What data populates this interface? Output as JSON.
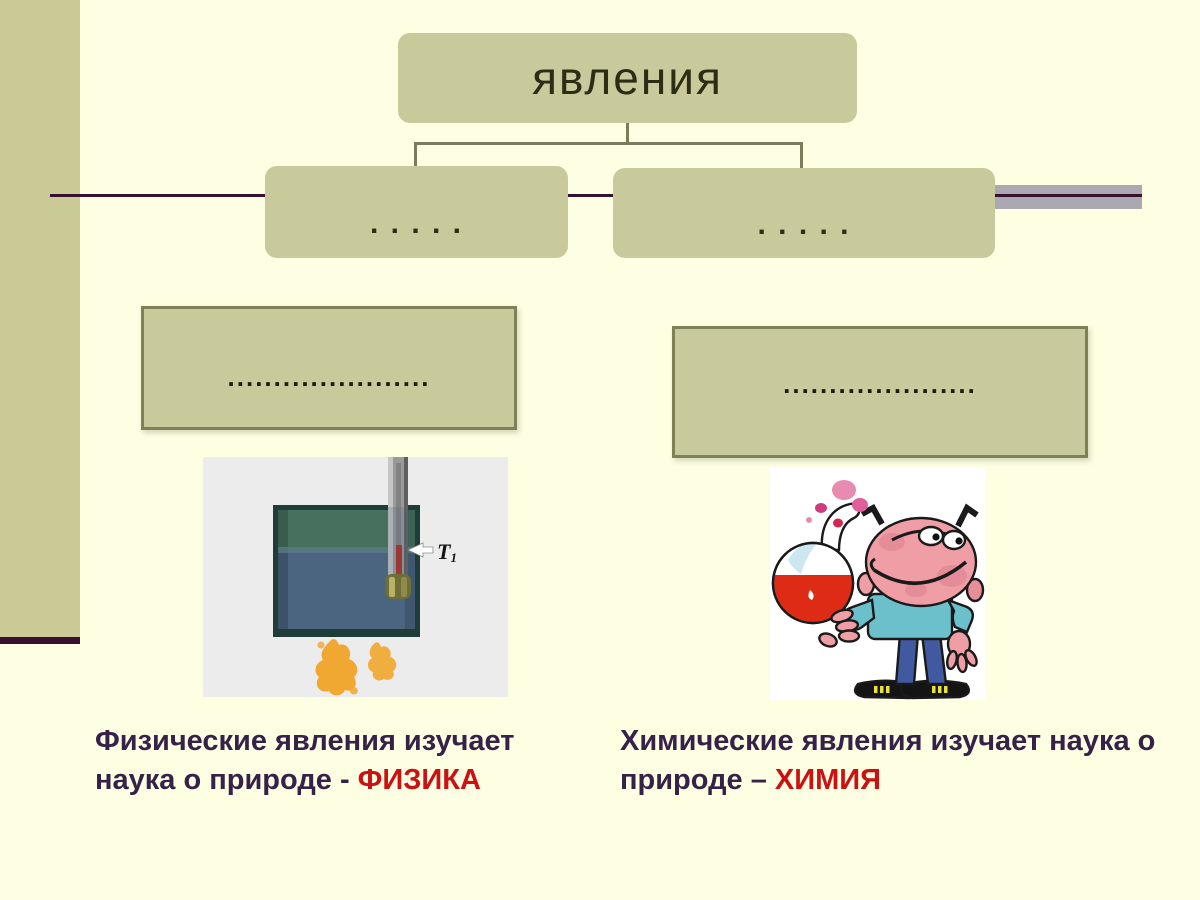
{
  "palette": {
    "slide_background": "#fefee2",
    "accent_band": "#c9ca96",
    "box_fill": "#c9ca9b",
    "box_border": "#7e8055",
    "divider_line": "#3a1030",
    "gray_bar": "#aba8b2",
    "caption_text": "#362148",
    "caption_highlight": "#cb1212"
  },
  "diagram": {
    "root": {
      "label": "явления"
    },
    "children": [
      {
        "label": ". . . . ."
      },
      {
        "label": ". . . . ."
      }
    ],
    "blanks": [
      {
        "label": "......................"
      },
      {
        "label": "....................."
      }
    ]
  },
  "figures": {
    "physics": {
      "label": "T",
      "label_sub": "1"
    }
  },
  "captions": {
    "left": {
      "text": "Физические явления изучает наука о природе - ",
      "highlight": "ФИЗИКА"
    },
    "right": {
      "text": "Химические явления изучает наука о природе – ",
      "highlight": "ХИМИЯ"
    }
  }
}
